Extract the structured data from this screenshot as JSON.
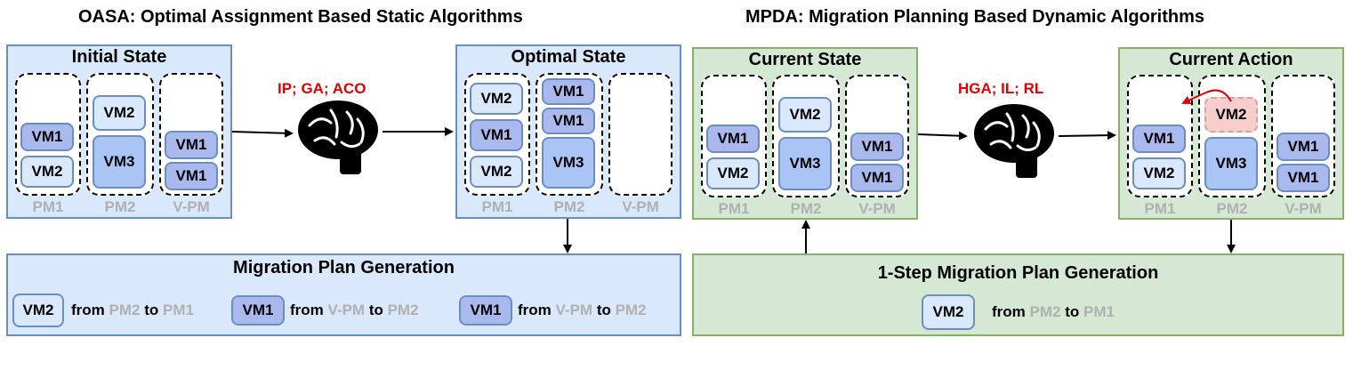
{
  "titles": {
    "oasa": "OASA: Optimal Assignment Based Static Algorithms",
    "mpda": "MPDA: Migration Planning Based Dynamic Algorithms"
  },
  "panels": {
    "initial": "Initial State",
    "optimal": "Optimal State",
    "current_state": "Current State",
    "current_action": "Current Action",
    "migration_plan": "Migration Plan Generation",
    "one_step": "1-Step Migration Plan Generation"
  },
  "pm_labels": {
    "pm1": "PM1",
    "pm2": "PM2",
    "vpm": "V-PM"
  },
  "vm_labels": {
    "vm1": "VM1",
    "vm2": "VM2",
    "vm3": "VM3"
  },
  "algorithms": {
    "static": "IP; GA; ACO",
    "dynamic": "HGA; IL; RL"
  },
  "plan_words": {
    "from": "from",
    "to": "to"
  },
  "colors": {
    "blue_panel": "#dae8fc",
    "green_panel": "#d5e8d4",
    "vm1": "#a9b9ee",
    "vm2": "#dae8fc",
    "migrating_vm": "#f8cecc",
    "algorithm_text": "#e00000",
    "pm_label": "#b0b0b0"
  },
  "icons": {
    "algorithm": "brain-icon"
  }
}
